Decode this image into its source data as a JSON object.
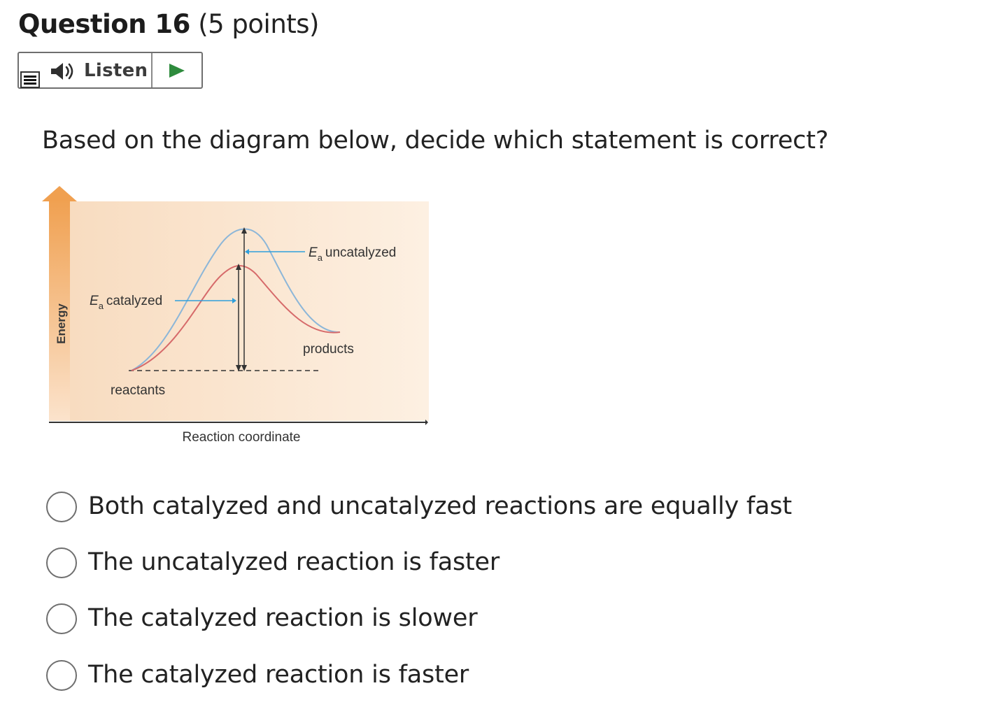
{
  "question": {
    "title": "Question 16",
    "points": "(5 points)",
    "prompt": "Based on the diagram below, decide which statement is correct?"
  },
  "toolbar": {
    "listen_label": "Listen",
    "icons": [
      "menu-icon",
      "speaker-icon",
      "play-icon"
    ],
    "play_color": "#2e8b3d"
  },
  "diagram": {
    "y_axis_label": "Energy",
    "x_axis_label": "Reaction coordinate",
    "ea_uncatalyzed": {
      "symbol": "E",
      "subscript": "a",
      "text": "uncatalyzed"
    },
    "ea_catalyzed": {
      "symbol": "E",
      "subscript": "a",
      "text": "catalyzed"
    },
    "products_label": "products",
    "reactants_label": "reactants",
    "colors": {
      "uncatalyzed_curve": "#8cb6d8",
      "catalyzed_curve": "#d66a6a",
      "pointer_arrow": "#2f9fdc",
      "energy_arrow": "#f0a35a",
      "background": "#fbe8d2"
    }
  },
  "choices": [
    {
      "label": "Both catalyzed and uncatalyzed reactions are equally fast",
      "selected": false
    },
    {
      "label": "The uncatalyzed reaction is faster",
      "selected": false
    },
    {
      "label": "The catalyzed reaction is slower",
      "selected": false
    },
    {
      "label": "The catalyzed reaction is faster",
      "selected": false
    }
  ]
}
